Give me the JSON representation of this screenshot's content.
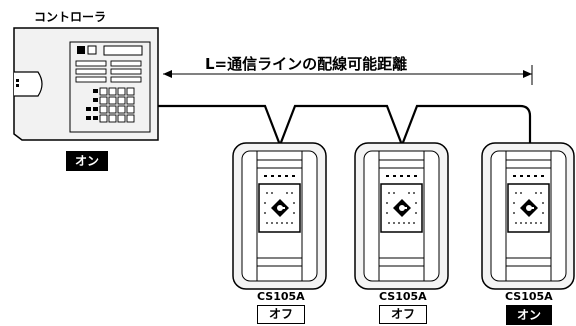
{
  "controller": {
    "title": "コントローラ",
    "status": "オン"
  },
  "distance_label": "L=通信ラインの配線可能距離",
  "readers": [
    {
      "model": "CS105A",
      "status": "オフ",
      "status_style": "outline"
    },
    {
      "model": "CS105A",
      "status": "オフ",
      "status_style": "outline"
    },
    {
      "model": "CS105A",
      "status": "オン",
      "status_style": "filled"
    }
  ],
  "colors": {
    "line": "#000000",
    "body_fill": "#f4f4f4",
    "badge_on_bg": "#000000",
    "badge_on_text": "#ffffff"
  }
}
